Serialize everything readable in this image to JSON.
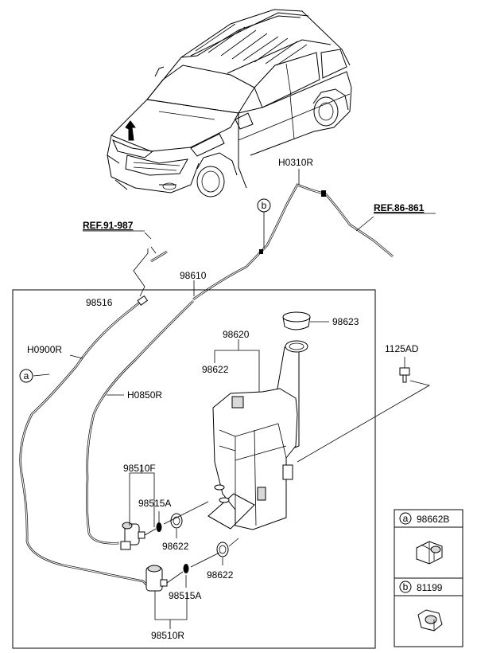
{
  "refs": {
    "left": "REF.91-987",
    "right": "REF.86-861"
  },
  "labels": {
    "h0310r": "H0310R",
    "p98610": "98610",
    "p98516": "98516",
    "h0900r": "H0900R",
    "h0850r": "H0850R",
    "p98620": "98620",
    "p98622_top": "98622",
    "p98623": "98623",
    "p1125ad": "1125AD",
    "p98510f": "98510F",
    "p98515a_top": "98515A",
    "p98622_mid": "98622",
    "p98622_low": "98622",
    "p98515a_low": "98515A",
    "p98510r": "98510R"
  },
  "callouts": {
    "a": "a",
    "b": "b"
  },
  "legend": {
    "a_letter": "a",
    "a_part": "98662B",
    "b_letter": "b",
    "b_part": "81199"
  }
}
